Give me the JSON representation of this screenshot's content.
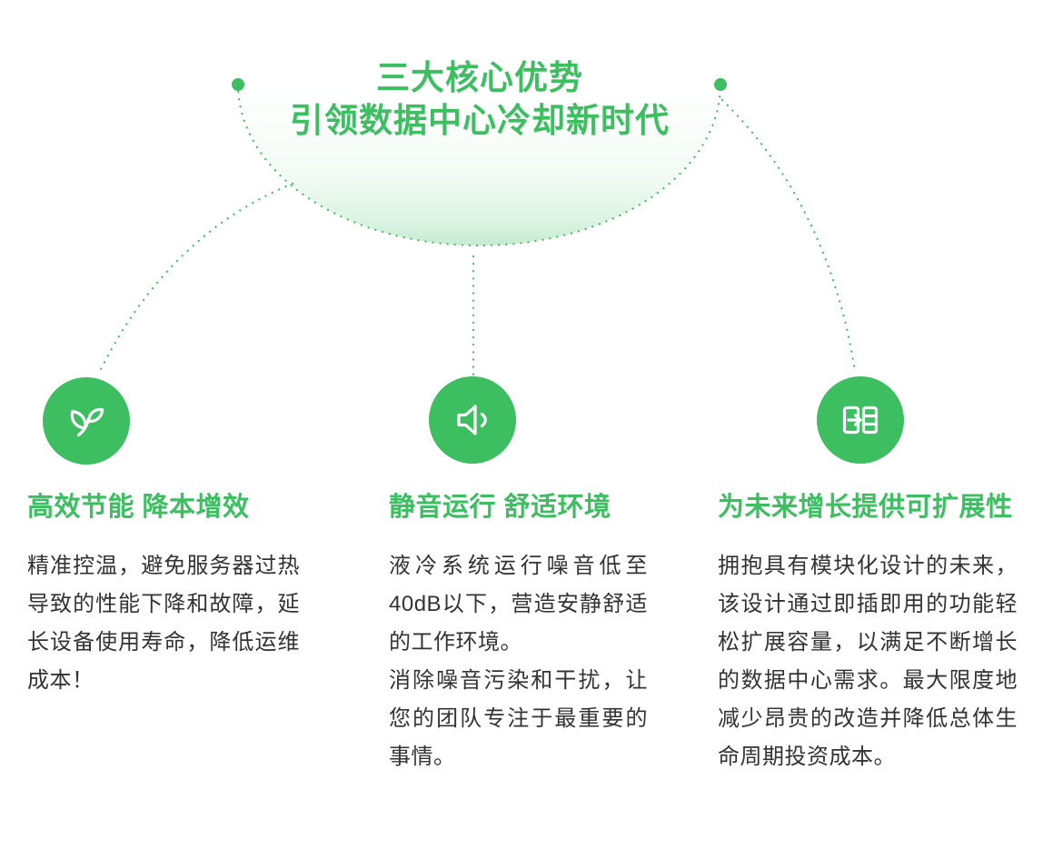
{
  "colors": {
    "accent_green": "#3cbe61",
    "body_text": "#333333",
    "background": "#ffffff"
  },
  "header": {
    "title_line1": "三大核心优势",
    "title_line2": "引领数据中心冷却新时代"
  },
  "icons": {
    "left": "leaf-icon",
    "middle": "speaker-icon",
    "right": "expand-icon"
  },
  "columns": [
    {
      "icon": "leaf-icon",
      "heading": "高效节能 降本增效",
      "body": "精准控温，避免服务器过热导致的性能下降和故障，延长设备使用寿命，降低运维成本！"
    },
    {
      "icon": "speaker-icon",
      "heading": "静音运行 舒适环境",
      "body": "液冷系统运行噪音低至40dB以下，营造安静舒适的工作环境。\n消除噪音污染和干扰，让您的团队专注于最重要的事情。"
    },
    {
      "icon": "expand-icon",
      "heading": "为未来增长提供可扩展性",
      "body": "拥抱具有模块化设计的未来，该设计通过即插即用的功能轻松扩展容量，以满足不断增长的数据中心需求。最大限度地减少昂贵的改造并降低总体生命周期投资成本。"
    }
  ]
}
